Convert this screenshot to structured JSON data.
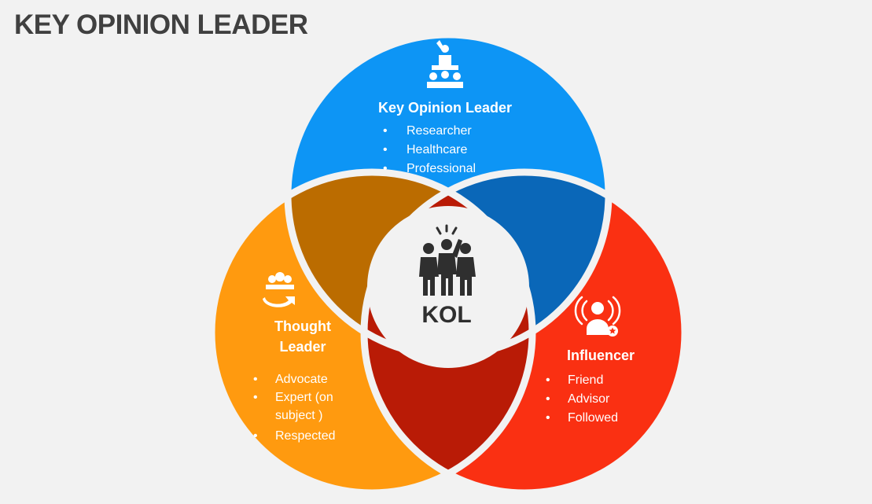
{
  "page": {
    "title": "KEY OPINION LEADER"
  },
  "colors": {
    "background": "#f2f2f2",
    "blue": "#0d95f5",
    "orange": "#ff9a0f",
    "red": "#fa3012",
    "overlap_blue_orange": "#bb6c00",
    "overlap_blue_red": "#0a67b8",
    "overlap_orange_red": "#b91b06",
    "center": "#f2f2f2",
    "title_text": "#404040"
  },
  "diagram": {
    "center": {
      "label": "KOL",
      "icon": "group-pointing-icon"
    },
    "circles": [
      {
        "key": "top",
        "title_lines": [
          "Key Opinion Leader"
        ],
        "items": [
          "Researcher",
          "Healthcare",
          "Professional"
        ],
        "icon": "speaker-podium-icon"
      },
      {
        "key": "left",
        "title_lines": [
          "Thought",
          "Leader"
        ],
        "items": [
          "Advocate",
          "Expert (on",
          "subject )",
          "Respected"
        ],
        "bullets": [
          true,
          true,
          false,
          true
        ],
        "icon": "people-exchange-icon"
      },
      {
        "key": "right",
        "title_lines": [
          "Influencer"
        ],
        "items": [
          "Friend",
          "Advisor",
          "Followed"
        ],
        "icon": "influencer-broadcast-icon"
      }
    ]
  }
}
